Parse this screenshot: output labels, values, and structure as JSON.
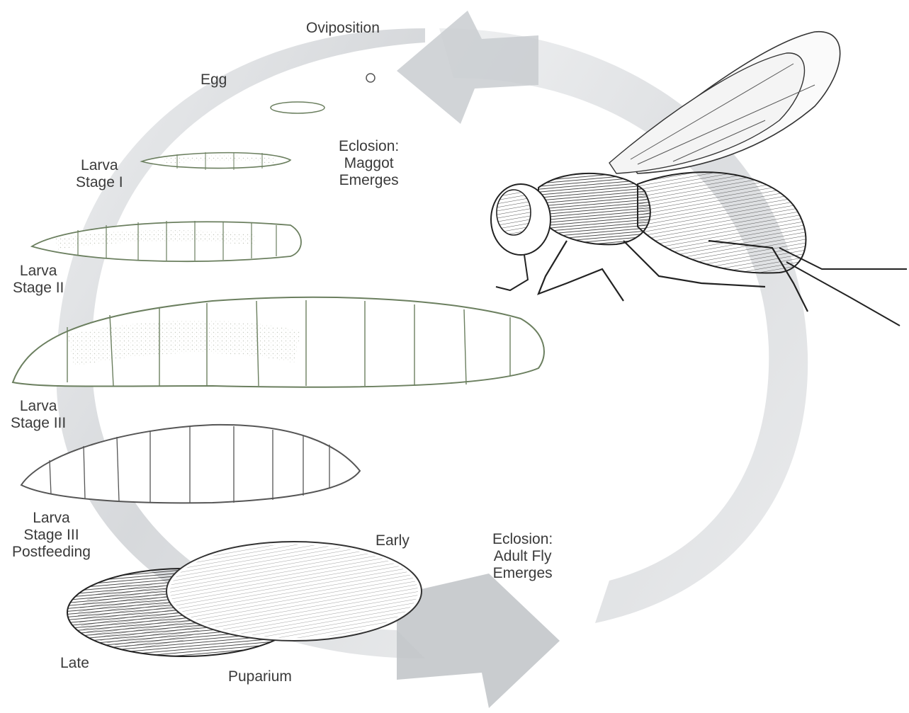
{
  "labels": {
    "oviposition": "Oviposition",
    "egg": "Egg",
    "eclosion_maggot": [
      "Eclosion:",
      "Maggot",
      "Emerges"
    ],
    "larva_stage_1": [
      "Larva",
      "Stage I"
    ],
    "larva_stage_2": [
      "Larva",
      "Stage II"
    ],
    "larva_stage_3": [
      "Larva",
      "Stage III"
    ],
    "larva_stage_3_postfeeding": [
      "Larva",
      "Stage III",
      "Postfeeding"
    ],
    "early": "Early",
    "late": "Late",
    "puparium": "Puparium",
    "eclosion_adult": [
      "Eclosion:",
      "Adult Fly",
      "Emerges"
    ]
  },
  "colors": {
    "arrow": "#cfd2d6",
    "arrow_dark": "#b8bcc1",
    "ink": "#2a2a2a",
    "label": "#3a3a3a",
    "larva_outline": "#6b7f5f",
    "pupa_dark": "#3d3d3d"
  }
}
